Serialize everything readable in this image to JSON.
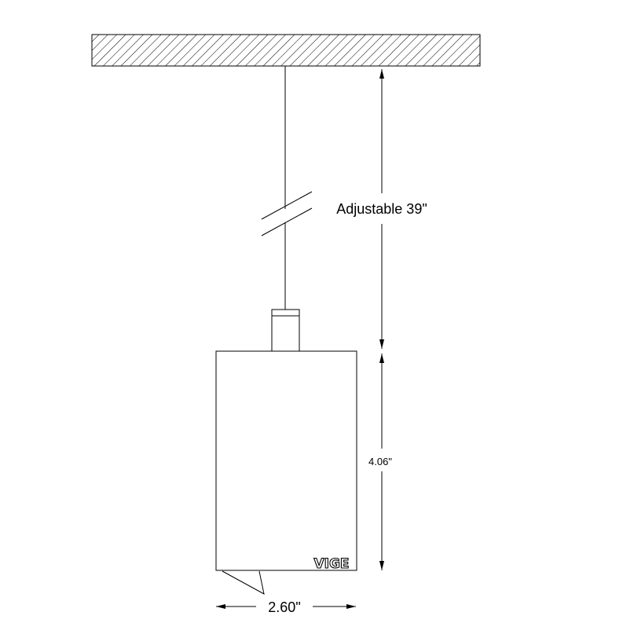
{
  "diagram": {
    "dimensions": {
      "cord_length_label": "Adjustable 39\"",
      "body_height_label": "4.06\"",
      "body_width_label": "2.60\""
    },
    "logo": {
      "text": "VIGE"
    },
    "colors": {
      "line": "#000000",
      "background": "#ffffff"
    }
  }
}
